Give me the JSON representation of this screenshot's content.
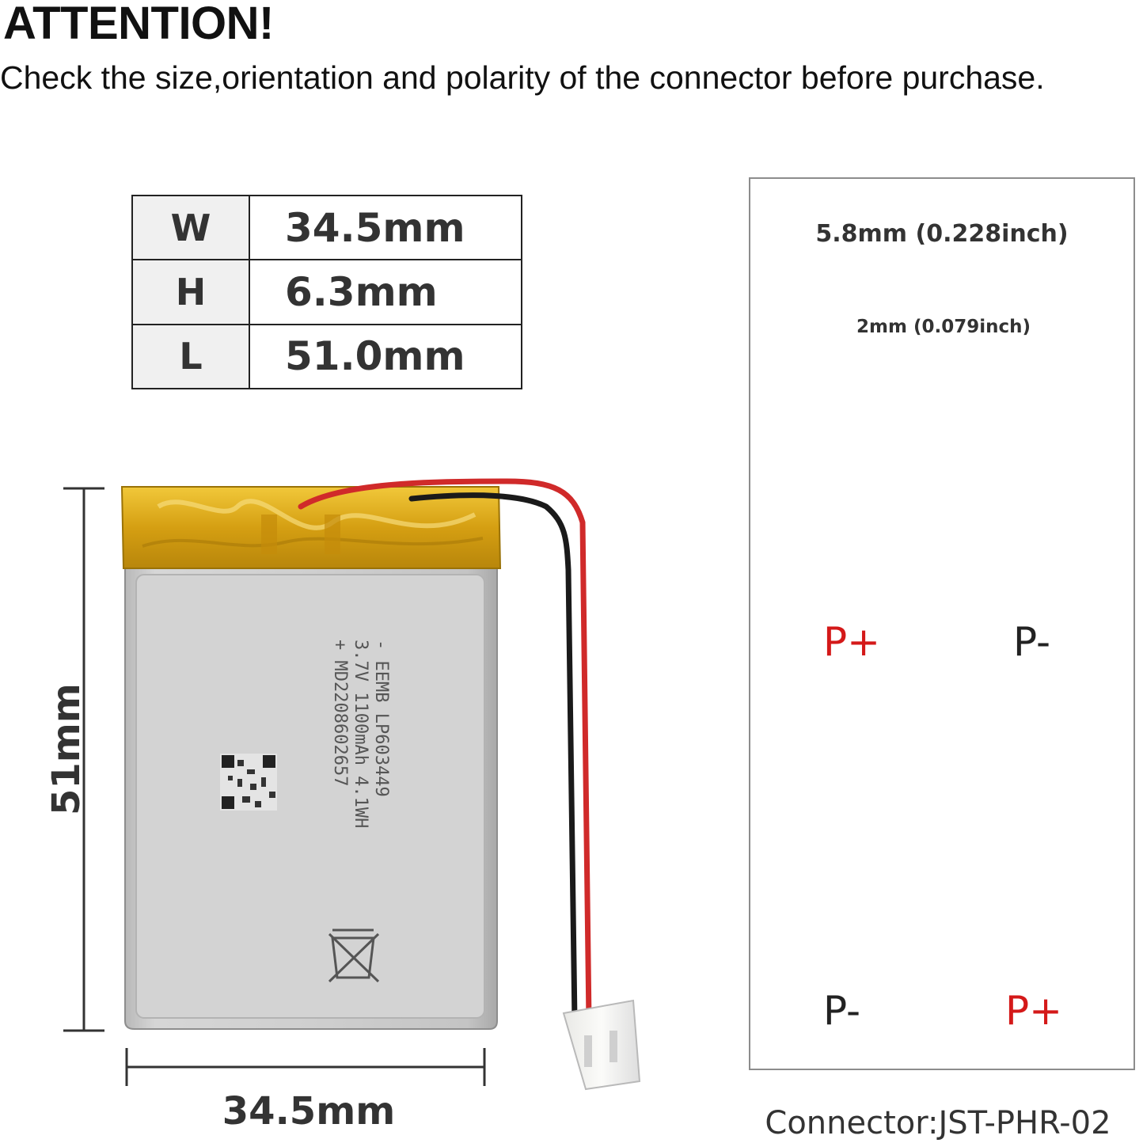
{
  "header": {
    "title": "ATTENTION!",
    "subtitle": "Check the size,orientation and polarity of the connector before purchase."
  },
  "dimensions": [
    {
      "key": "W",
      "value": "34.5mm"
    },
    {
      "key": "H",
      "value": "6.3mm"
    },
    {
      "key": "L",
      "value": "51.0mm"
    }
  ],
  "battery": {
    "height_label": "51mm",
    "width_label": "34.5mm",
    "cell_print": {
      "line1": "EEMB LP603449",
      "line2": "3.7V 1100mAh 4.1WH",
      "line3": "MD220860265​7",
      "minus": "-",
      "plus": "+"
    }
  },
  "connector": {
    "pitch_outer": "5.8mm (0.228inch)",
    "pitch_inner": "2mm (0.079inch)",
    "top_view": {
      "left": "P+",
      "right": "P-"
    },
    "bottom_view": {
      "left": "P-",
      "right": "P+"
    },
    "caption": "Connector:JST-PHR-02"
  },
  "colors": {
    "wire_red": "#d02a2a",
    "wire_black": "#1a1a1a",
    "label_red": "#d41919",
    "tape_yellow": "#d9a916",
    "cell_silver": "#c9c9c9"
  }
}
